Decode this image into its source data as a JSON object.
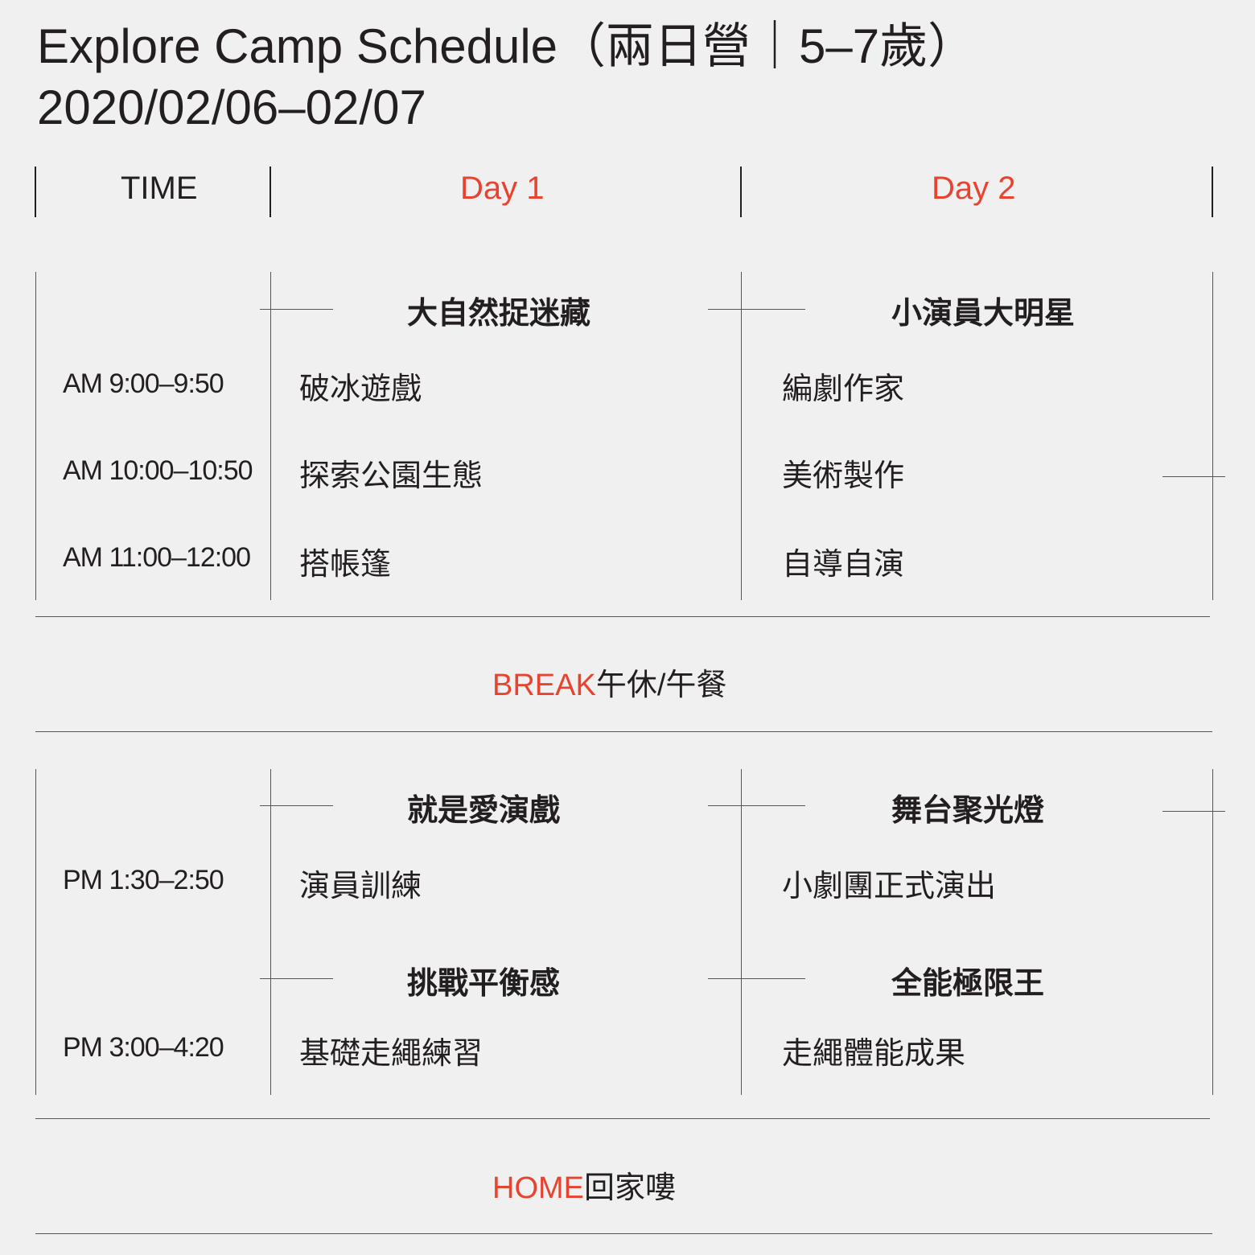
{
  "title": {
    "line1": "Explore Camp Schedule（兩日營｜5–7歲）",
    "line2": "2020/02/06–02/07"
  },
  "headers": {
    "time": "TIME",
    "day1": "Day 1",
    "day2": "Day 2"
  },
  "morning": {
    "day1_theme": "大自然捉迷藏",
    "day2_theme": "小演員大明星",
    "rows": [
      {
        "time": "AM 9:00–9:50",
        "day1": "破冰遊戲",
        "day2": "編劇作家"
      },
      {
        "time": "AM 10:00–10:50",
        "day1": "探索公園生態",
        "day2": "美術製作"
      },
      {
        "time": "AM 11:00–12:00",
        "day1": "搭帳篷",
        "day2": "自導自演"
      }
    ]
  },
  "break": {
    "en": "BREAK",
    "zh": "午休/午餐"
  },
  "afternoon": {
    "rows": [
      {
        "time": "PM 1:30–2:50",
        "day1_theme": "就是愛演戲",
        "day1": "演員訓練",
        "day2_theme": "舞台聚光燈",
        "day2": "小劇團正式演出"
      },
      {
        "time": "PM 3:00–4:20",
        "day1_theme": "挑戰平衡感",
        "day1": "基礎走繩練習",
        "day2_theme": "全能極限王",
        "day2": "走繩體能成果"
      }
    ]
  },
  "home": {
    "en": "HOME",
    "zh": "回家嘍"
  },
  "colors": {
    "accent": "#e8432f",
    "text": "#231f20",
    "background": "#f0f0f0"
  }
}
